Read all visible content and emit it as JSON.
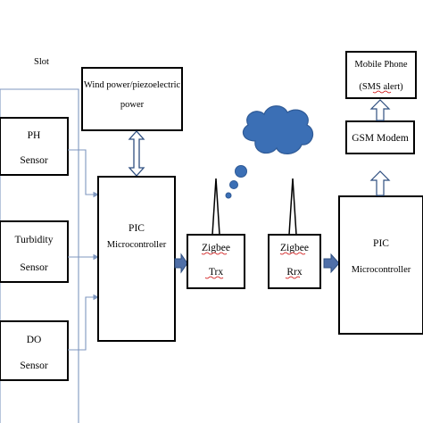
{
  "slot_label": "Slot",
  "sensors": [
    {
      "name": "PH",
      "sub": "Sensor"
    },
    {
      "name": "Turbidity",
      "sub": "Sensor"
    },
    {
      "name": "DO",
      "sub": "Sensor"
    }
  ],
  "power": {
    "line1": "Wind power/piezoelectric",
    "line2": "power"
  },
  "pic_left": {
    "line1": "PIC",
    "line2": "Microcontroller"
  },
  "zigbee_tx": {
    "line1": "Zigbee",
    "line2": "Trx"
  },
  "zigbee_rx": {
    "line1": "Zigbee",
    "line2": "Rrx"
  },
  "pic_right": {
    "line1": "PIC",
    "line2": "Microcontroller"
  },
  "gsm": {
    "label": "GSM Modem"
  },
  "phone": {
    "line1": "Mobile Phone",
    "line2": "(SMS alert)"
  },
  "colors": {
    "arrow_fill": "#4f6fa8",
    "arrow_stroke": "#2f4f80",
    "cloud": "#3b6fb5",
    "thin_line": "#7f97bf"
  }
}
